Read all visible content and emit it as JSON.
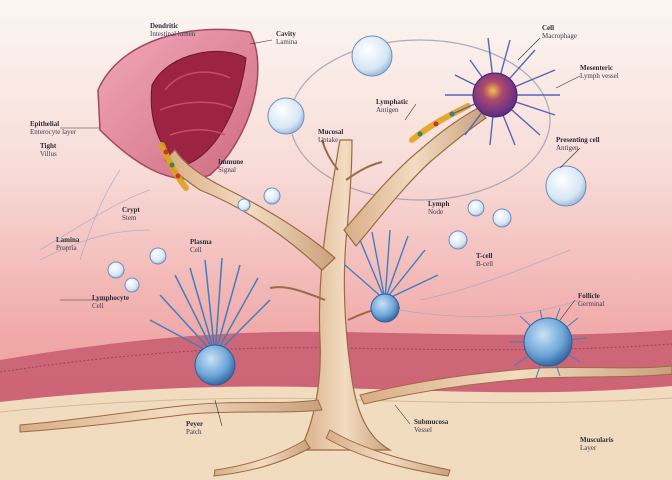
{
  "labels": [
    {
      "id": "top-center",
      "l1": "Dendritic",
      "l2": "Intestinal lumen"
    },
    {
      "id": "gut-right",
      "l1": "Cavity",
      "l2": "Lamina"
    },
    {
      "id": "upper-right",
      "l1": "Cell",
      "l2": "Macrophage"
    },
    {
      "id": "far-right-1",
      "l1": "Mesenteric",
      "l2": "Lymph vessel"
    },
    {
      "id": "left-1",
      "l1": "Epithelial",
      "l2": "Enterocyte layer"
    },
    {
      "id": "left-2",
      "l1": "Tight",
      "l2": "Villus"
    },
    {
      "id": "center-1",
      "l1": "Lymphatic",
      "l2": "Antigen"
    },
    {
      "id": "center-2",
      "l1": "Mucosal",
      "l2": "Uptake"
    },
    {
      "id": "right-mid",
      "l1": "Presenting cell",
      "l2": "Antigen"
    },
    {
      "id": "mid-left-1",
      "l1": "Immune",
      "l2": "Signal"
    },
    {
      "id": "mid-left-2",
      "l1": "Crypt",
      "l2": "Stem"
    },
    {
      "id": "left-3",
      "l1": "Lamina",
      "l2": "Propria"
    },
    {
      "id": "center-3",
      "l1": "Plasma",
      "l2": "Cell"
    },
    {
      "id": "left-4",
      "l1": "Lymphocyte",
      "l2": "Cell"
    },
    {
      "id": "right-2",
      "l1": "Lymph",
      "l2": "Node"
    },
    {
      "id": "right-3",
      "l1": "T-cell",
      "l2": "B-cell"
    },
    {
      "id": "right-4",
      "l1": "Follicle",
      "l2": "Germinal"
    },
    {
      "id": "bottom-left",
      "l1": "Peyer",
      "l2": "Patch"
    },
    {
      "id": "bottom-center",
      "l1": "Submucosa",
      "l2": "Vessel"
    },
    {
      "id": "bottom-right",
      "l1": "Muscularis",
      "l2": "Layer"
    }
  ],
  "colors": {
    "background_top": "#fbf6f2",
    "background_pink": "#f3b3b3",
    "tissue_layer": "#c75b6f",
    "fat_layer": "#f1dcbf",
    "nerve_trunk": "#e7c7a3",
    "dendrite_blue": "#3e7fc2",
    "cell_body_blue": "#6fa6d8",
    "macrophage_purple": "#6a3d9a",
    "gut_outer": "#e58fa3",
    "gut_inner": "#9c2442"
  }
}
